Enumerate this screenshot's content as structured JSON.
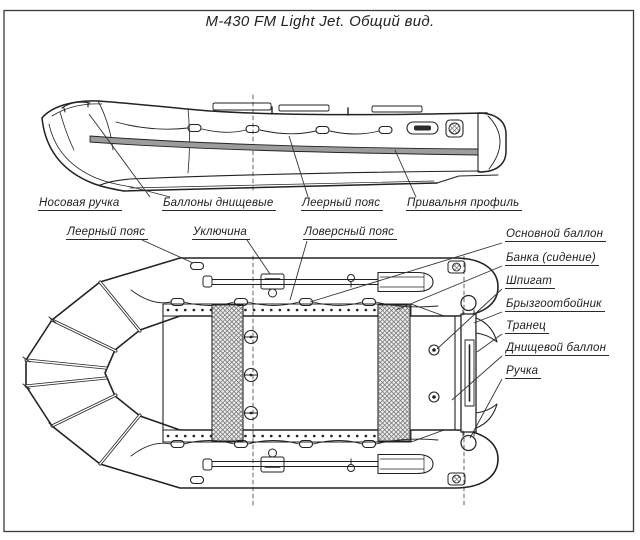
{
  "title": "М-430 FM Light Jet. Общий вид.",
  "colors": {
    "line": "#222222",
    "background": "#ffffff",
    "rub_rail": "#9c9c9c",
    "seat_fill": "#ececec"
  },
  "labels": {
    "side_view": [
      {
        "text": "Носовая ручка"
      },
      {
        "text": "Баллоны днищевые"
      },
      {
        "text": "Леерный пояс"
      },
      {
        "text": "Привальня профиль"
      }
    ],
    "top_view": [
      {
        "text": "Леерный пояс"
      },
      {
        "text": "Уключина"
      },
      {
        "text": "Ловерсный пояс"
      }
    ],
    "parts": [
      {
        "text": "Основной баллон"
      },
      {
        "text": "Банка (сидение)"
      },
      {
        "text": "Шпигат"
      },
      {
        "text": "Брызгоотбойник"
      },
      {
        "text": "Транец"
      },
      {
        "text": "Днищевой баллон"
      },
      {
        "text": "Ручка"
      }
    ]
  }
}
